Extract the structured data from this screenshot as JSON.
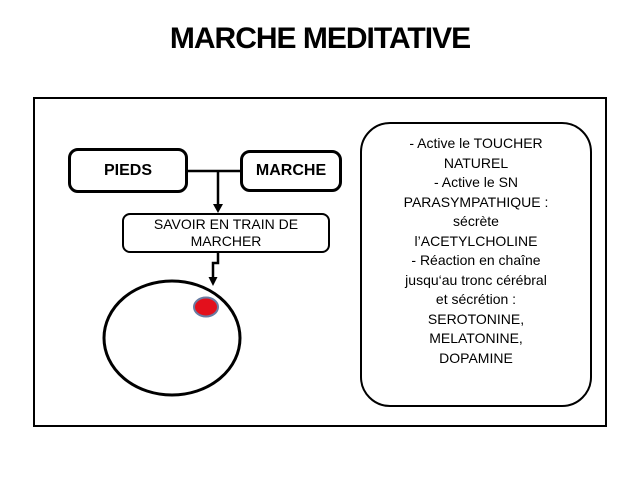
{
  "title": "MARCHE MEDITATIVE",
  "nodes": {
    "pieds": "PIEDS",
    "marche": "MARCHE",
    "savoir": "SAVOIR EN TRAIN DE MARCHER"
  },
  "panel": {
    "lines": [
      "- Active le TOUCHER",
      "NATUREL",
      "- Active le SN",
      "PARASYMPATHIQUE :",
      "sécrète",
      "l’ACETYLCHOLINE",
      "- Réaction en chaîne",
      "jusqu‘au tronc cérébral",
      "et sécrétion :",
      "SEROTONINE,",
      "MELATONINE,",
      "DOPAMINE"
    ]
  },
  "colors": {
    "ink": "#000000",
    "background": "#ffffff",
    "dot_fill": "#e3101c",
    "dot_stroke": "#6a7ca2"
  }
}
